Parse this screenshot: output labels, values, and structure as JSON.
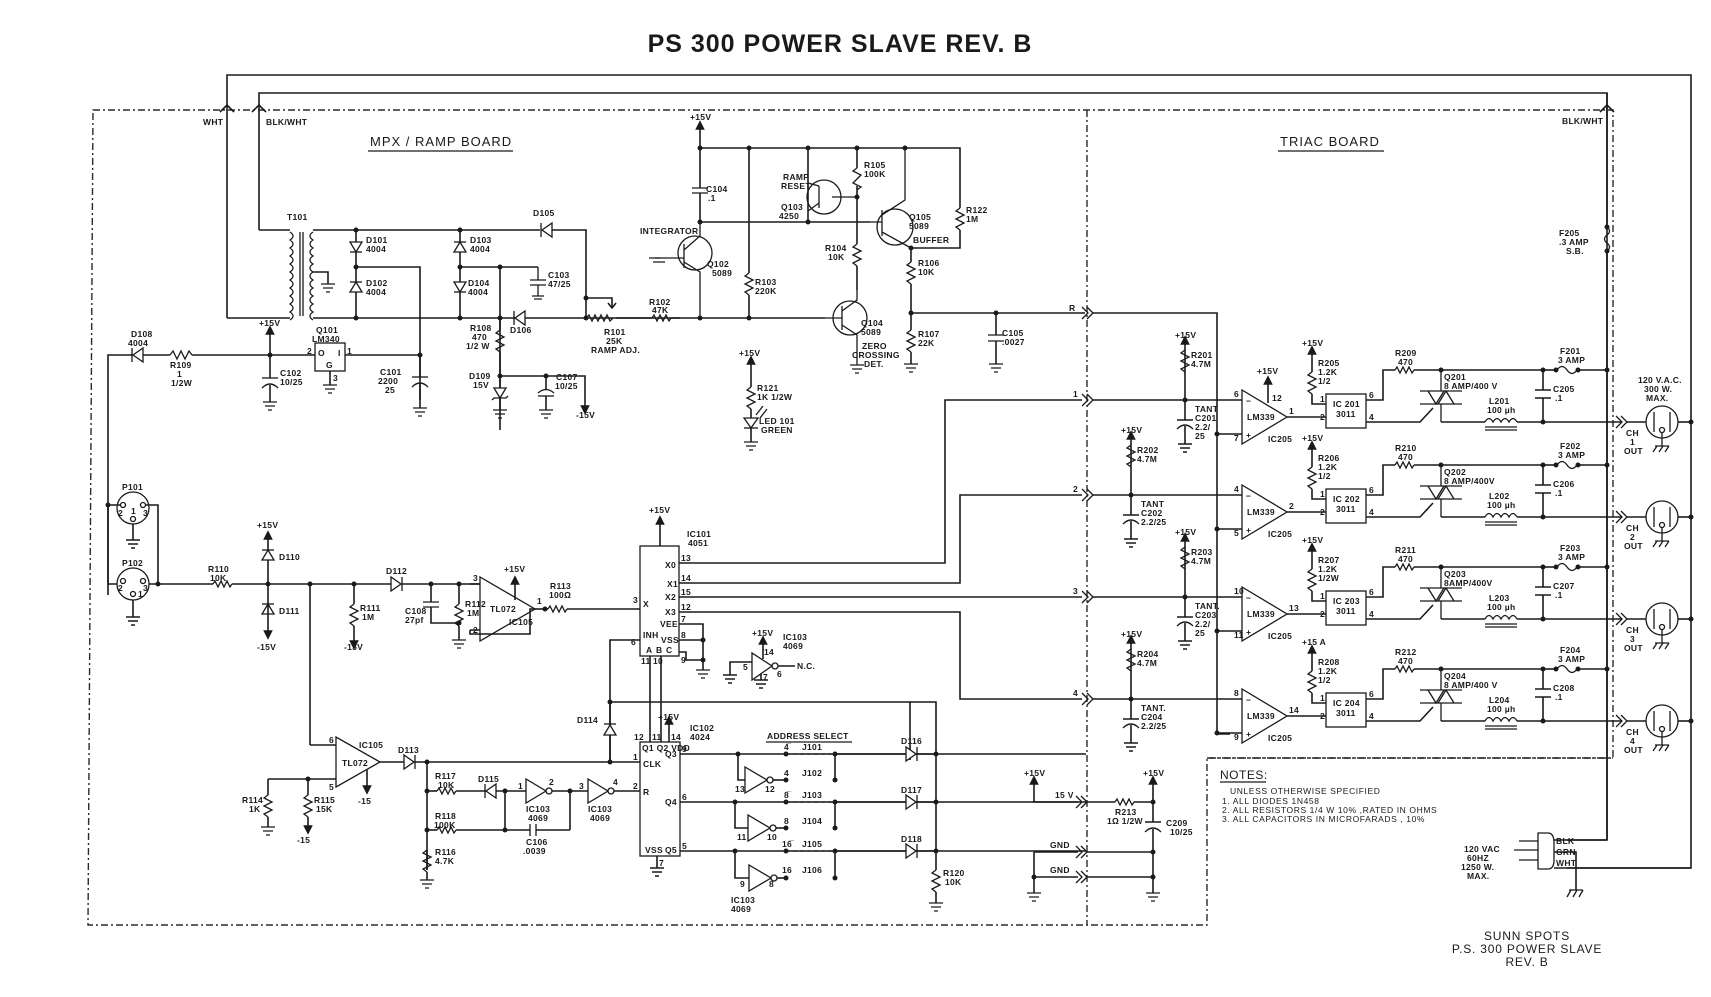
{
  "title": "PS 300 POWER SLAVE REV. B",
  "boards": {
    "mpx_ramp": "MPX / RAMP   BOARD",
    "triac": "TRIAC   BOARD"
  },
  "wires": {
    "wht": "WHT",
    "blk_wht_left": "BLK/WHT",
    "blk_wht_right": "BLK/WHT"
  },
  "power": {
    "t101": "T101",
    "d101": [
      "D101",
      "4004"
    ],
    "d102": [
      "D102",
      "4004"
    ],
    "d103": [
      "D103",
      "4004"
    ],
    "d104": [
      "D104",
      "4004"
    ],
    "d105": "D105",
    "d106": "D106",
    "c103": [
      "C103",
      "47/25"
    ],
    "d108": [
      "D108",
      "4004"
    ],
    "r109": [
      "R109",
      "1",
      "1/2W"
    ],
    "q101": [
      "Q101",
      "LM340"
    ],
    "q101_pins": {
      "in": "2",
      "out": "1",
      "gnd": "3",
      "i": "I",
      "o": "O",
      "g": "G"
    },
    "c102": [
      "C102",
      "10/25"
    ],
    "c101": [
      "C101",
      "2200",
      "25"
    ],
    "r108": [
      "R108",
      "470",
      "1/2 W"
    ],
    "d109": [
      "D109",
      "15V"
    ],
    "c107": [
      "C107",
      "10/25"
    ],
    "plus15": "+15V",
    "minus15": "-15V"
  },
  "ramp": {
    "c104": [
      "C104",
      ".1"
    ],
    "integrator": "INTEGRATOR",
    "q102": [
      "Q102",
      "5089"
    ],
    "r103": [
      "R103",
      "220K"
    ],
    "ramp_reset": [
      "RAMP",
      "RESET"
    ],
    "q103": [
      "Q103",
      "4250"
    ],
    "r105": [
      "R105",
      "100K"
    ],
    "r104": [
      "R104",
      "10K"
    ],
    "q105": [
      "Q105",
      "5089"
    ],
    "buffer": "BUFFER",
    "r122": [
      "R122",
      "1M"
    ],
    "r106": [
      "R106",
      "10K"
    ],
    "r107": [
      "R107",
      "22K"
    ],
    "c105": [
      "C105",
      ".0027"
    ],
    "q104": [
      "Q104",
      "5089"
    ],
    "zero_crossing": [
      "ZERO",
      "CROSSING",
      "DET."
    ],
    "r101": [
      "R101",
      "25K",
      "RAMP ADJ."
    ],
    "r102": [
      "R102",
      "47K"
    ],
    "r121": [
      "R121",
      "1K 1/2W"
    ],
    "led101": [
      "LED 101",
      "GREEN"
    ]
  },
  "input": {
    "p101": "P101",
    "p102": "P102",
    "pins": [
      "1",
      "2",
      "3"
    ],
    "r110": [
      "R110",
      "10K"
    ],
    "d110": "D110",
    "d111": "D111",
    "r111": [
      "R111",
      "1M"
    ],
    "d112": "D112",
    "c108": [
      "C108",
      "27pf"
    ],
    "r112": [
      "R112",
      "1M"
    ],
    "tl072a": [
      "TL072",
      "IC105"
    ],
    "tl072a_pins": [
      "3",
      "2",
      "1"
    ],
    "r113": [
      "R113",
      "100Ω"
    ]
  },
  "mux": {
    "ic101": [
      "IC101",
      "4051"
    ],
    "pins_left": [
      [
        "3",
        "X"
      ],
      [
        "6",
        "INH"
      ]
    ],
    "pins_right": [
      [
        "13",
        "X0"
      ],
      [
        "14",
        "X1"
      ],
      [
        "15",
        "X2"
      ],
      [
        "12",
        "X3"
      ],
      [
        "7",
        "VEE"
      ],
      [
        "8",
        "VSS"
      ],
      [
        "9",
        "C"
      ]
    ],
    "abc": [
      "A",
      "B",
      "C"
    ],
    "abc_pins": [
      "11",
      "10"
    ],
    "ic103a": [
      "IC103",
      "4069"
    ],
    "ic103a_pins": [
      "14",
      "5",
      "7",
      "6"
    ],
    "nc": "N.C."
  },
  "clock": {
    "tl072b": [
      "TL072",
      "IC105"
    ],
    "tl072b_pins": [
      "6",
      "5"
    ],
    "r114": [
      "R114",
      "1K"
    ],
    "r115": [
      "R115",
      "15K"
    ],
    "m15": "-15",
    "d113": "D113",
    "r117": [
      "R117",
      "10K"
    ],
    "d115": "D115",
    "r118": [
      "R118",
      "100K"
    ],
    "r116": [
      "R116",
      "4.7K"
    ],
    "c106": [
      "C106",
      ".0039"
    ],
    "ic103b": [
      "IC103",
      "4069"
    ],
    "ic103b_pins": [
      "1",
      "2"
    ],
    "ic103c": [
      "IC103",
      "4069"
    ],
    "ic103c_pins": [
      "3",
      "4"
    ],
    "d114": "D114"
  },
  "counter": {
    "ic102": [
      "IC102",
      "4024"
    ],
    "top_pins": [
      "12",
      "11",
      "14"
    ],
    "top_labels": "Q1 Q2 VDD",
    "left_pins": [
      [
        "1",
        "CLK"
      ],
      [
        "2",
        "R"
      ]
    ],
    "right_pins": [
      [
        "9",
        "Q3"
      ],
      [
        "6",
        "Q4"
      ],
      [
        "5",
        "Q5"
      ]
    ],
    "vss": [
      "VSS",
      "7"
    ]
  },
  "address": {
    "heading": "ADDRESS SELECT",
    "jumpers": [
      {
        "pin": "4̅",
        "name": "J101"
      },
      {
        "pin": "4",
        "name": "J102"
      },
      {
        "pin": "8̅",
        "name": "J103"
      },
      {
        "pin": "8",
        "name": "J104"
      },
      {
        "pin": "16̅",
        "name": "J105"
      },
      {
        "pin": "16",
        "name": "J106"
      }
    ],
    "inverters": [
      [
        "13",
        "12"
      ],
      [
        "11",
        "10"
      ],
      [
        "9",
        "8"
      ]
    ],
    "ic103": [
      "IC103",
      "4069"
    ],
    "diodes": [
      "D116",
      "D117",
      "D118"
    ],
    "r120": [
      "R120",
      "10K"
    ]
  },
  "triac": {
    "connectors": [
      "R",
      "1",
      "2",
      "3",
      "4"
    ],
    "channels": [
      {
        "rin": [
          "R201",
          "4.7M"
        ],
        "cap": [
          "TANT",
          "C201",
          "2.2/",
          "25"
        ],
        "pins": [
          "6",
          "7",
          "1"
        ],
        "pwr_pin": "12",
        "comp": "LM339",
        "ic": "IC205",
        "rg": [
          "R205",
          "1.2K",
          "1/2"
        ],
        "opto": [
          "IC 201",
          "3011"
        ],
        "opins": [
          "1",
          "2",
          "6",
          "4"
        ],
        "rgate": [
          "R209",
          "470"
        ],
        "triac": [
          "Q201",
          "8 AMP/400 V"
        ],
        "ind": [
          "L201",
          "100 µh"
        ],
        "cap2": [
          "C205",
          ".1"
        ],
        "fuse": [
          "F201",
          "3 AMP"
        ],
        "out": [
          "CH",
          "1",
          "OUT"
        ]
      },
      {
        "rin": [
          "R202",
          "4.7M"
        ],
        "cap": [
          "TANT",
          "C202",
          "2.2/25"
        ],
        "pins": [
          "4",
          "5",
          "2"
        ],
        "comp": "LM339",
        "ic": "IC205",
        "rg": [
          "R206",
          "1.2K",
          "1/2"
        ],
        "opto": [
          "IC 202",
          "3011"
        ],
        "opins": [
          "1",
          "2",
          "6",
          "4"
        ],
        "rgate": [
          "R210",
          "470"
        ],
        "triac": [
          "Q202",
          "8 AMP/400V"
        ],
        "ind": [
          "L202",
          "100 µh"
        ],
        "cap2": [
          "C206",
          ".1"
        ],
        "fuse": [
          "F202",
          "3 AMP"
        ],
        "out": [
          "CH",
          "2",
          "OUT"
        ]
      },
      {
        "rin": [
          "R203",
          "4.7M"
        ],
        "cap": [
          "TANT.",
          "C203",
          "2.2/",
          "25"
        ],
        "pins": [
          "10",
          "11",
          "13"
        ],
        "comp": "LM339",
        "ic": "IC205",
        "rg": [
          "R207",
          "1.2K",
          "1/2W"
        ],
        "opto": [
          "IC 203",
          "3011"
        ],
        "opins": [
          "1",
          "2",
          "6",
          "4"
        ],
        "rgate": [
          "R211",
          "470"
        ],
        "triac": [
          "Q203",
          "8AMP/400V"
        ],
        "ind": [
          "L203",
          "100 µh"
        ],
        "cap2": [
          "C207",
          ".1"
        ],
        "fuse": [
          "F203",
          "3 AMP"
        ],
        "out": [
          "CH",
          "3",
          "OUT"
        ]
      },
      {
        "rin": [
          "R204",
          "4.7M"
        ],
        "cap": [
          "TANT.",
          "C204",
          "2.2/25"
        ],
        "pins": [
          "8",
          "9",
          "14"
        ],
        "comp": "LM339",
        "ic": "IC205",
        "rg": [
          "R208",
          "1.2K",
          "1/2"
        ],
        "opto": [
          "IC 204",
          "3011"
        ],
        "opins": [
          "1",
          "2",
          "6",
          "4"
        ],
        "rgate": [
          "R212",
          "470"
        ],
        "triac": [
          "Q204",
          "8 AMP/400 V"
        ],
        "ind": [
          "L204",
          "100 µh"
        ],
        "cap2": [
          "C208",
          ".1"
        ],
        "fuse": [
          "F204",
          "3 AMP"
        ],
        "out": [
          "CH",
          "4",
          "OUT"
        ]
      }
    ],
    "plus15": "+15V",
    "plus15a": "+15 A",
    "f205": [
      "F205",
      ".3 AMP",
      "S.B."
    ],
    "ac_rating": [
      "120 V.A.C.",
      "300 W.",
      "MAX."
    ],
    "supply": {
      "v15": "15 V",
      "gnd": "GND",
      "r213": [
        "R213",
        "1Ω  1/2W"
      ],
      "c209": [
        "C209",
        "10/25"
      ]
    }
  },
  "notes": {
    "heading": "NOTES:",
    "lines": [
      "UNLESS OTHERWISE SPECIFIED",
      "1. ALL DIODES 1N458",
      "2. ALL RESISTORS 1/4 W 10% ,RATED IN OHMS",
      "3. ALL CAPACITORS IN MICROFARADS , 10%"
    ]
  },
  "plug": {
    "rating": [
      "120 VAC",
      "60HZ",
      "1250 W.",
      "MAX."
    ],
    "wires": [
      "BLK",
      "GRN",
      "WHT"
    ]
  },
  "title_block": [
    "SUNN SPOTS",
    "P.S. 300 POWER SLAVE",
    "REV. B"
  ]
}
